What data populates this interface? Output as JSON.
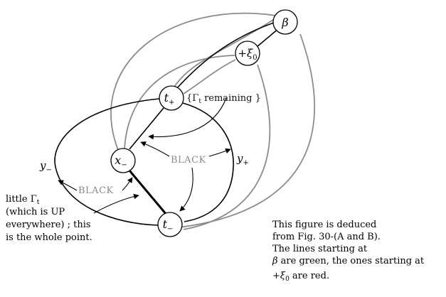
{
  "nodes": {
    "beta": {
      "symbol": "β"
    },
    "xi0": {
      "sign": "+",
      "symbol": "ξ",
      "sub": "0"
    },
    "tplus": {
      "symbol": "t",
      "sub": "+"
    },
    "xminus": {
      "symbol": "x",
      "sub": "−"
    },
    "tminus": {
      "symbol": "t",
      "sub": "−"
    }
  },
  "edge_labels": {
    "yminus": {
      "symbol": "y",
      "sub": "−"
    },
    "yplus": {
      "symbol": "y",
      "sub": "+"
    }
  },
  "labels": {
    "remaining_open": "{",
    "remaining_gamma": "Γ",
    "remaining_sub": "t",
    "remaining_text": " remaining }",
    "black_right": "BLACK",
    "black_left": "BLACK"
  },
  "note_left": {
    "line1_text": "little Γ",
    "line1_sub": "t",
    "line2": "(which is UP",
    "line3": "everywhere) ; this",
    "line4": "is the whole point."
  },
  "note_right": {
    "line1": "This figure is deduced",
    "line2": "from Fig. 30-(A and B).",
    "line3": "The lines starting at",
    "line4_symbol": "β",
    "line4_text": " are green, the ones starting at",
    "line5_sign": "+ξ",
    "line5_sub": "0",
    "line5_text": " are red."
  },
  "colors": {
    "grey_line": "#8c8c8c",
    "black_line": "#000000",
    "black_label": "#8a8a8a"
  }
}
